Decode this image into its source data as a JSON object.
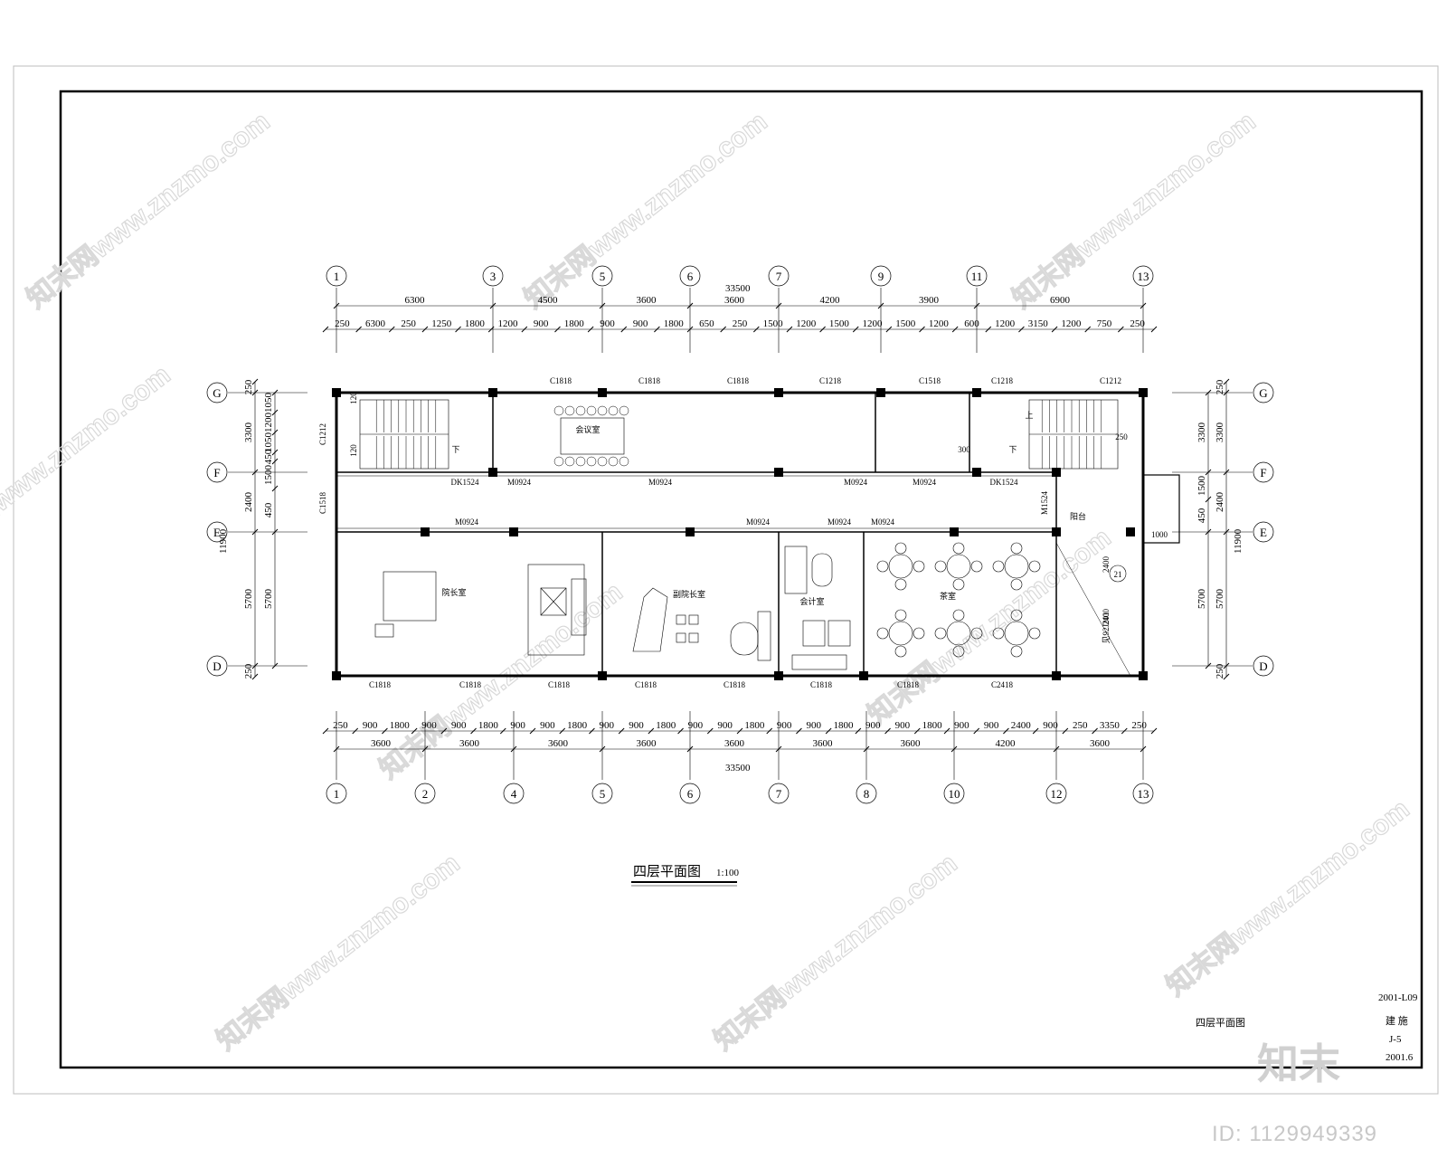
{
  "drawing": {
    "title": "四层平面图",
    "scale": "1:100",
    "overall_width": "33500",
    "overall_depth": "11900"
  },
  "axes_top": [
    "1",
    "3",
    "5",
    "6",
    "7",
    "9",
    "11",
    "13"
  ],
  "axes_bottom": [
    "1",
    "2",
    "4",
    "5",
    "6",
    "7",
    "8",
    "10",
    "12",
    "13"
  ],
  "axes_rows": [
    "G",
    "F",
    "E",
    "D"
  ],
  "dims_top_main": [
    "6300",
    "4500",
    "3600",
    "3600",
    "4200",
    "3900",
    "6900"
  ],
  "dims_top_detail": [
    "250",
    "6300",
    "250",
    "1250",
    "1800",
    "1200",
    "900",
    "1800",
    "900",
    "900",
    "1800",
    "650",
    "250",
    "1500",
    "1200",
    "1500",
    "1200",
    "1500",
    "1200",
    "600",
    "1200",
    "3150",
    "1200",
    "750",
    "250"
  ],
  "dims_bottom_detail": [
    "250",
    "900",
    "1800",
    "900",
    "900",
    "1800",
    "900",
    "900",
    "1800",
    "900",
    "900",
    "1800",
    "900",
    "900",
    "1800",
    "900",
    "900",
    "1800",
    "900",
    "900",
    "1800",
    "900",
    "900",
    "2400",
    "900",
    "250",
    "3350",
    "250"
  ],
  "dims_bottom_main": [
    "3600",
    "3600",
    "3600",
    "3600",
    "3600",
    "3600",
    "3600",
    "4200",
    "3600"
  ],
  "dims_left_outer": [
    "250",
    "3300",
    "2400",
    "5700",
    "250"
  ],
  "dims_left_inner": [
    "1050",
    "1200",
    "1050",
    "450",
    "1500",
    "450",
    "5700"
  ],
  "dims_right_inner": [
    "3300",
    "1500",
    "450",
    "5700"
  ],
  "dims_right_outer": [
    "250",
    "3300",
    "2400",
    "5700",
    "250"
  ],
  "window_labels_top": [
    "C1818",
    "C1818",
    "C1818",
    "C1218",
    "C1518",
    "C1218",
    "C1212"
  ],
  "window_labels_bottom": [
    "C1818",
    "C1818",
    "C1818",
    "C1818",
    "C1818",
    "C1818",
    "C1818",
    "C2418"
  ],
  "door_labels": [
    "DK1524",
    "M0924",
    "M0924",
    "M0924",
    "M0924",
    "DK1524",
    "M0924",
    "M0924",
    "M0924",
    "M0924"
  ],
  "side_window_labels": [
    "C1212",
    "C1518",
    "M1524"
  ],
  "room_labels": [
    "会议室",
    "院长室",
    "副院长室",
    "会计室",
    "茶室",
    "阳台"
  ],
  "misc_labels": [
    "120",
    "120",
    "250",
    "300",
    "下",
    "上",
    "下",
    "1000",
    "2400",
    "2400",
    "见92J201",
    "21"
  ],
  "title_block": {
    "sheet_name": "四层平面图",
    "project_no": "2001-L09",
    "discipline": "建  施",
    "sheet_no": "J-5",
    "date": "2001.6"
  },
  "watermark": "知末网www.znzmo.com",
  "logo": "知末",
  "image_id": "ID: 1129949339"
}
